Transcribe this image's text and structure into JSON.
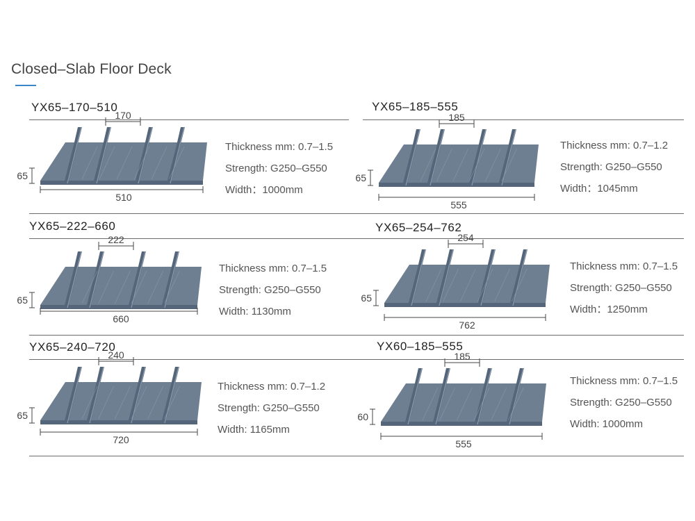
{
  "page": {
    "title": "Closed–Slab Floor Deck",
    "accent_color": "#3a86c8"
  },
  "products": [
    {
      "model": "YX65–170–510",
      "rib_spacing": "170",
      "height": "65",
      "cover_width": "510",
      "specs": [
        "Thickness mm: 0.7–1.5",
        "Strength: G250–G550",
        "Width：1000mm"
      ]
    },
    {
      "model": "YX65–185–555",
      "rib_spacing": "185",
      "height": "65",
      "cover_width": "555",
      "specs": [
        "Thickness mm: 0.7–1.2",
        "Strength: G250–G550",
        "Width：1045mm"
      ]
    },
    {
      "model": "YX65–222–660",
      "rib_spacing": "222",
      "height": "65",
      "cover_width": "660",
      "specs": [
        "Thickness mm: 0.7–1.5",
        "Strength: G250–G550",
        "Width: 1130mm"
      ]
    },
    {
      "model": "YX65–254–762",
      "rib_spacing": "254",
      "height": "65",
      "cover_width": "762",
      "specs": [
        "Thickness mm: 0.7–1.5",
        "Strength: G250–G550",
        "Width：1250mm"
      ]
    },
    {
      "model": "YX65–240–720",
      "rib_spacing": "240",
      "height": "65",
      "cover_width": "720",
      "specs": [
        "Thickness mm: 0.7–1.2",
        "Strength: G250–G550",
        "Width: 1165mm"
      ]
    },
    {
      "model": "YX60–185–555",
      "rib_spacing": "185",
      "height": "60",
      "cover_width": "555",
      "specs": [
        "Thickness mm: 0.7–1.5",
        "Strength: G250–G550",
        "Width: 1000mm"
      ]
    }
  ],
  "colors": {
    "deck_top": "#6f7f92",
    "deck_face": "#55657a",
    "deck_light": "#8c9bad",
    "divider": "#6b6b6b"
  }
}
